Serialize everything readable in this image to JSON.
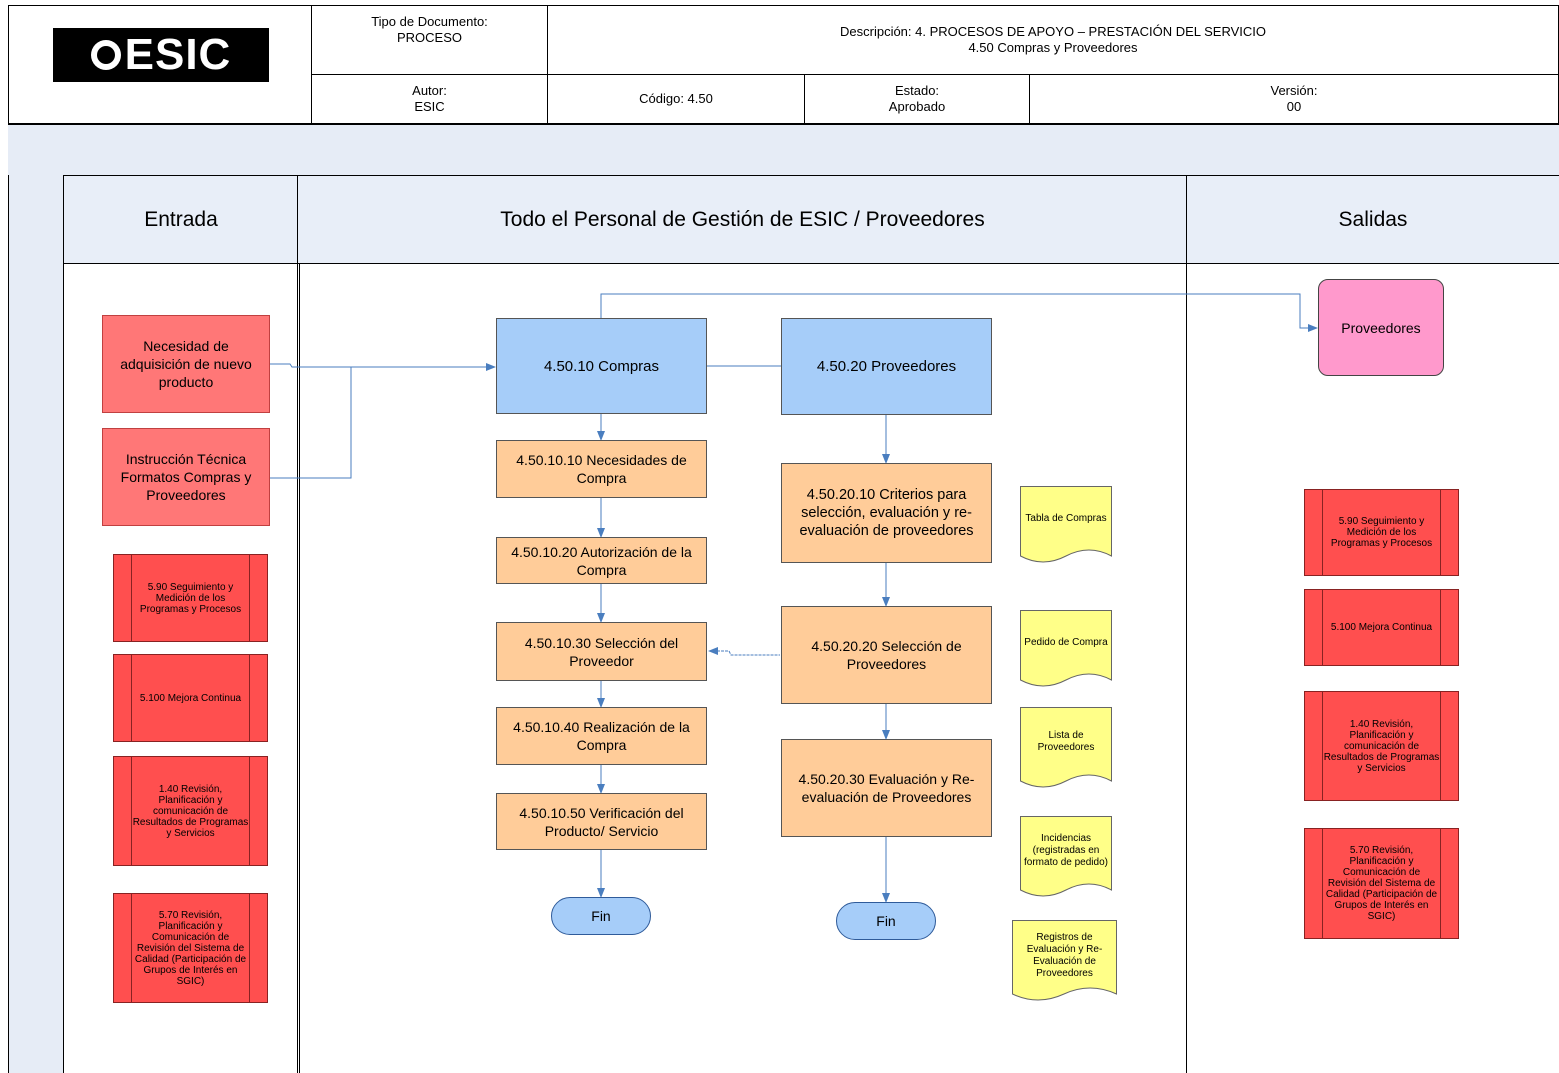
{
  "header": {
    "logo_text": "ESIC",
    "tipo_label": "Tipo de Documento:",
    "tipo_value": "PROCESO",
    "descripcion_line1": "Descripción: 4. PROCESOS DE APOYO – PRESTACIÓN DEL SERVICIO",
    "descripcion_line2": "4.50 Compras y Proveedores",
    "autor_label": "Autor:",
    "autor_value": "ESIC",
    "codigo": "Código: 4.50",
    "estado_label": "Estado:",
    "estado_value": "Aprobado",
    "version_label": "Versión:",
    "version_value": "00"
  },
  "lanes": {
    "entrada": "Entrada",
    "personal": "Todo el Personal de Gestión de ESIC / Proveedores",
    "salidas": "Salidas"
  },
  "inputs": {
    "necesidad": "Necesidad de adquisición de nuevo producto",
    "instruccion": "Instrucción Técnica Formatos Compras y Proveedores",
    "sub_590": "5.90 Seguimiento y Medición de los Programas y Procesos",
    "sub_5100": "5.100 Mejora Continua",
    "sub_140": "1.40 Revisión, Planificación y comunicación de Resultados de Programas y Servicios",
    "sub_570": "5.70 Revisión, Planificación y Comunicación de Revisión del Sistema de Calidad (Participación de Grupos de Interés en SGIC)"
  },
  "process": {
    "compras": "4.50.10 Compras",
    "proveedores": "4.50.20 Proveedores",
    "c10": "4.50.10.10 Necesidades de Compra",
    "c20": "4.50.10.20 Autorización de la Compra",
    "c30": "4.50.10.30 Selección del Proveedor",
    "c40": "4.50.10.40 Realización de la Compra",
    "c50": "4.50.10.50 Verificación del Producto/ Servicio",
    "p10": "4.50.20.10 Criterios para selección, evaluación y re-evaluación  de proveedores",
    "p20": "4.50.20.20 Selección de Proveedores",
    "p30": "4.50.20.30 Evaluación y Re-evaluación de Proveedores",
    "fin1": "Fin",
    "fin2": "Fin"
  },
  "documents": {
    "d1": "Tabla de Compras",
    "d2": "Pedido de Compra",
    "d3": "Lista de Proveedores",
    "d4": "Incidencias (registradas en formato de pedido)",
    "d5": "Registros de Evaluación y Re-Evaluación de Proveedores"
  },
  "outputs": {
    "proveedores": "Proveedores",
    "sub_590": "5.90 Seguimiento y Medición de los Programas y Procesos",
    "sub_5100": "5.100 Mejora Continua",
    "sub_140": "1.40 Revisión, Planificación y comunicación de Resultados de Programas y Servicios",
    "sub_570": "5.70 Revisión, Planificación y Comunicación de Revisión del Sistema de Calidad (Participación de Grupos de Interés en SGIC)"
  },
  "colors": {
    "blue": "#a6cdf9",
    "orange": "#ffcc99",
    "red_input": "#ff7777",
    "red_subprocess": "#ff4f4f",
    "pink": "#ff99cc",
    "document": "#ffff88",
    "connector": "#4a7ebf",
    "lane_band": "#e6ecf6"
  }
}
